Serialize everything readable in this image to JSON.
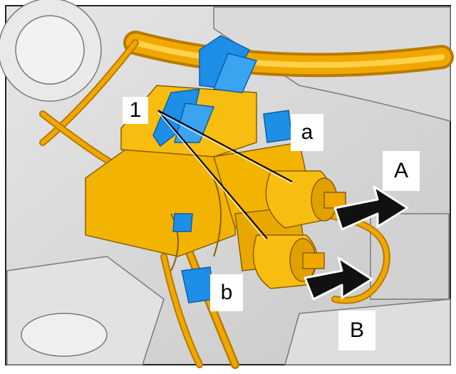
{
  "labels": {
    "part_number": "1",
    "connector_a": "a",
    "connector_b": "b",
    "direction_a": "A",
    "direction_b": "B"
  },
  "colors": {
    "housing_yellow": "#f2b400",
    "harness_gold": "#f0a800",
    "clip_blue": "#1e8fe6",
    "background_gray": "#d6d6d6",
    "arrow_black": "#111111"
  },
  "icons": {
    "arrow_a": "removal-direction-arrow",
    "arrow_b": "removal-direction-arrow"
  }
}
